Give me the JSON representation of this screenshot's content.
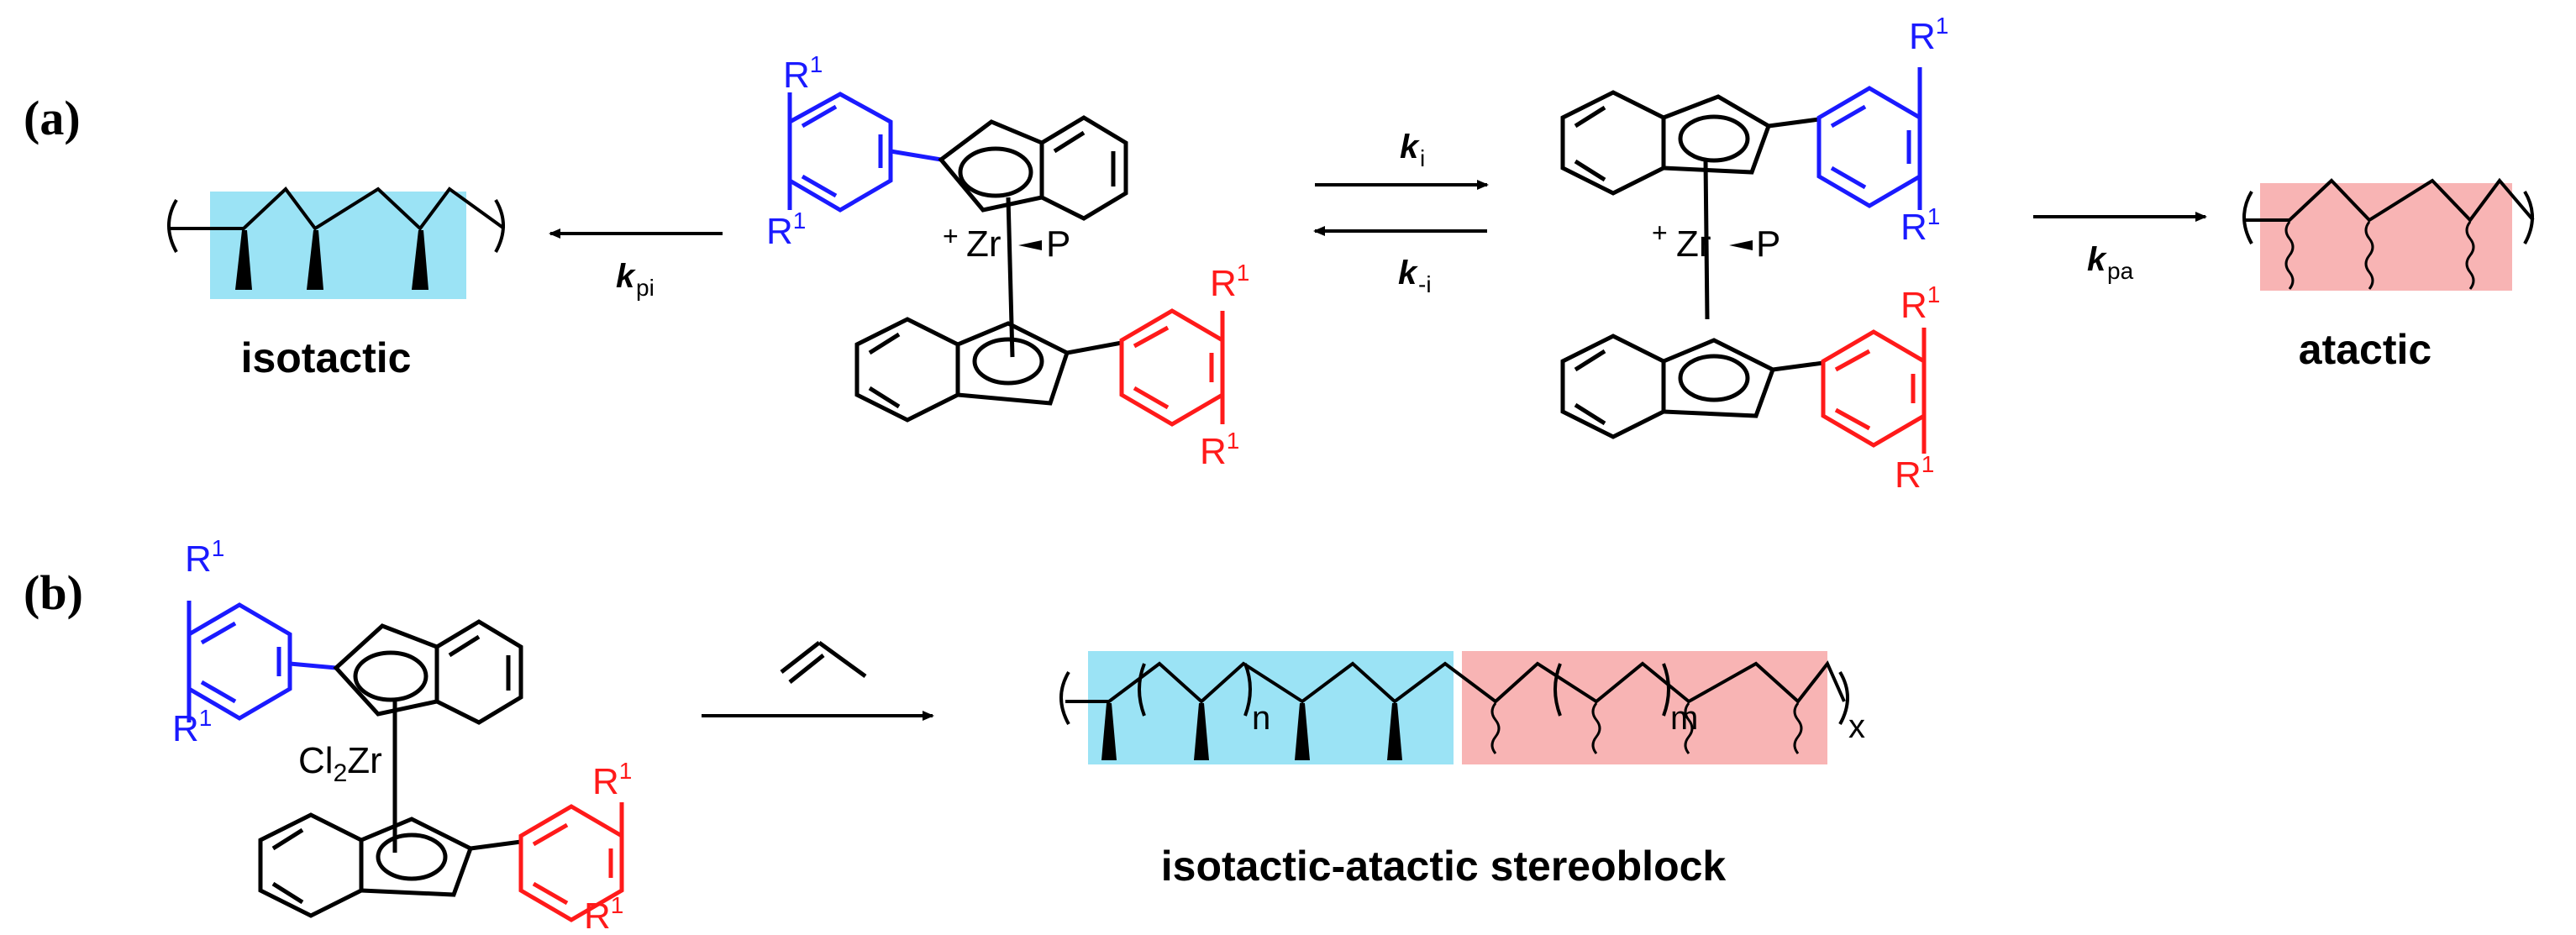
{
  "panels": {
    "a": {
      "label": "(a)",
      "left_product": "isotactic",
      "right_product": "atactic",
      "k_pi": {
        "base": "k",
        "sub": "pi"
      },
      "k_i": {
        "base": "k",
        "sub": "i"
      },
      "k_minus_i": {
        "base": "k",
        "sub": "-i"
      },
      "k_pa": {
        "base": "k",
        "sub": "pa"
      },
      "metal_center": "Zr",
      "charge": "+",
      "polymer_ligand": "P",
      "substituent": "R",
      "substituent_sup": "1"
    },
    "b": {
      "label": "(b)",
      "catalyst_metal": "Cl2Zr",
      "catalyst_cl": "Cl",
      "catalyst_sub": "2",
      "catalyst_zr": "Zr",
      "product": "isotactic-atactic stereoblock",
      "n_label": "n",
      "m_label": "m",
      "x_label": "x",
      "substituent": "R",
      "substituent_sup": "1"
    }
  },
  "colors": {
    "isotactic_block": "#9be3f5",
    "atactic_block": "#f8b4b4",
    "blue_ring": "#1a1aff",
    "red_ring": "#ff1a1a",
    "ink": "#000000"
  }
}
